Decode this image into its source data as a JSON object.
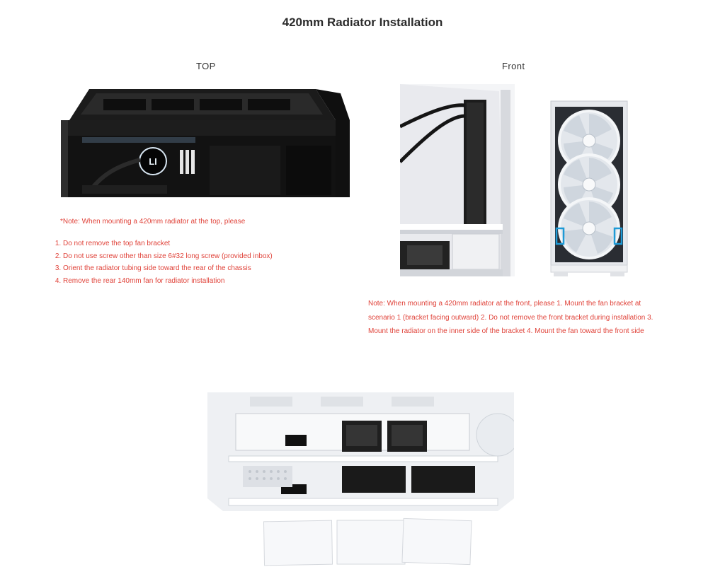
{
  "page": {
    "title": "420mm Radiator Installation"
  },
  "top_section": {
    "label": "TOP",
    "note": "*Note: When mounting a 420mm radiator at the top, please",
    "steps": [
      "Do not remove the top fan bracket",
      "Do not use screw other than size 6#32 long screw (provided inbox)",
      "Orient the radiator tubing side toward the rear of the chassis",
      "Remove the rear 140mm fan for radiator installation"
    ],
    "logo_text": "LI"
  },
  "front_section": {
    "label": "Front",
    "note": "Note: When mounting a 420mm radiator at the front, please 1. Mount the fan bracket at scenario 1 (bracket facing outward) 2. Do not remove the front bracket during installation 3. Mount the radiator on the inner side of the bracket 4. Mount the fan toward the front side"
  },
  "colors": {
    "note_red": "#e0433a",
    "title": "#2b2b2b",
    "case_black": "#141414",
    "case_white": "#f2f3f5",
    "highlight_blue": "#1e9ad6"
  }
}
